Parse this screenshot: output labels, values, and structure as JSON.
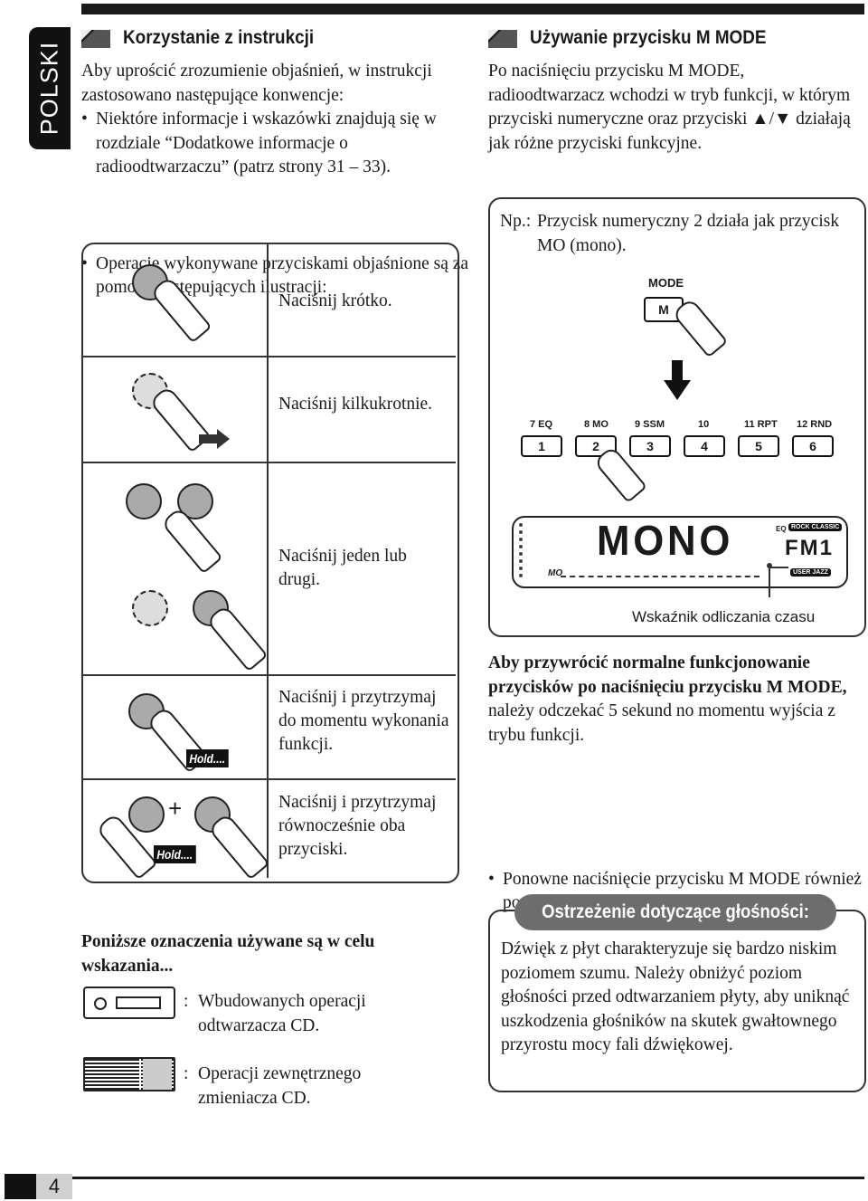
{
  "language_tab": "POLSKI",
  "left": {
    "heading": "Korzystanie z instrukcji",
    "intro": "Aby uprościć zrozumienie objaśnień, w instrukcji zastosowano następujące konwencje:",
    "bullets": [
      "Niektóre informacje i wskazówki znajdują się w rozdziale “Dodatkowe informacje o radioodtwarzaczu” (patrz strony 31 – 33).",
      "Operacje wykonywane przyciskami objaśnione są za pomocą następujących ilustracji:"
    ],
    "illustrations": [
      {
        "label": "Naciśnij krótko."
      },
      {
        "label": "Naciśnij kilkukrotnie."
      },
      {
        "label": "Naciśnij jeden lub drugi."
      },
      {
        "label": "Naciśnij i przytrzymaj do momentu wykonania funkcji."
      },
      {
        "label": "Naciśnij i przytrzymaj równocześnie oba przyciski."
      }
    ],
    "hold_tag": "Hold....",
    "plus_sign": "+"
  },
  "right": {
    "heading": "Używanie przycisku M MODE",
    "intro": "Po naciśnięciu przycisku M MODE, radioodtwarzacz wchodzi w tryb funkcji, w którym przyciski numeryczne oraz przyciski ▲/▼ działają jak różne przyciski funkcyjne.",
    "example_prefix": "Np.:",
    "example_text": "Przycisk numeryczny 2 działa jak przycisk MO (mono).",
    "mode_button": {
      "top_label": "MODE",
      "key": "M"
    },
    "number_keys": [
      {
        "label": "7 EQ",
        "key": "1"
      },
      {
        "label": "8 MO",
        "key": "2"
      },
      {
        "label": "9 SSM",
        "key": "3"
      },
      {
        "label": "10",
        "key": "4"
      },
      {
        "label": "11 RPT",
        "key": "5"
      },
      {
        "label": "12 RND",
        "key": "6"
      }
    ],
    "display": {
      "main": "MONO",
      "band": "FM1",
      "indicator": "MO",
      "presets_top": "ROCK CLASSIC",
      "presets_bottom": "USER JAZZ",
      "eq_tag": "EQ"
    },
    "countdown_caption": "Wskaźnik odliczania czasu",
    "restore_bold": "Aby przywrócić normalne funkcjonowanie przycisków po naciśnięciu przycisku M MODE,",
    "restore_rest": " należy odczekać 5 sekund no momentu wyjścia z trybu funkcji.",
    "restore_bullet": "Ponowne naciśnięcie przycisku M MODE również powoduje wyjście z trybu funkcji."
  },
  "marks": {
    "heading": "Poniższe oznaczenia używane są w celu wskazania...",
    "items": [
      {
        "sep": ":",
        "text": "Wbudowanych operacji odtwarzacza CD.",
        "icon": "cd-player-icon"
      },
      {
        "sep": ":",
        "text": "Operacji zewnętrznego zmieniacza CD.",
        "icon": "cd-changer-icon"
      }
    ]
  },
  "warning": {
    "title": "Ostrzeżenie dotyczące głośności:",
    "text": "Dźwięk z płyt charakteryzuje się bardzo niskim poziomem szumu. Należy obniżyć poziom głośności przed odtwarzaniem płyty, aby uniknąć uszkodzenia głośników na skutek gwałtownego przyrostu mocy fali dźwiękowej."
  },
  "page_number": "4"
}
